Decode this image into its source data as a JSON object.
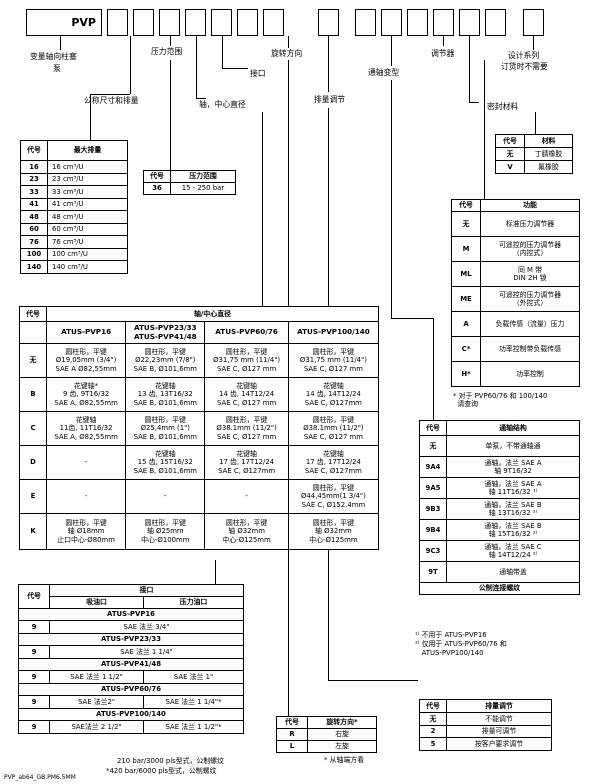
{
  "order_code": {
    "pvp": "PVP",
    "labels": {
      "pump": [
        "变量轴向柱塞",
        "泵"
      ],
      "size": "公称尺寸和排量",
      "pressure_range": "压力范围",
      "shaft": "轴，中心直径",
      "port": "接口",
      "rotation": "旋转方向",
      "displacement_ctrl": "排量调节",
      "through_drive": "通轴变型",
      "controller": "调节器",
      "seal": "密封材料",
      "design": [
        "设计系列",
        "订货时不需要"
      ]
    }
  },
  "size_table": {
    "headers": [
      "代号",
      "最大排量"
    ],
    "rows": [
      [
        "16",
        "16 cm³/U"
      ],
      [
        "23",
        "23 cm³/U"
      ],
      [
        "33",
        "33 cm³/U"
      ],
      [
        "41",
        "41 cm³/U"
      ],
      [
        "48",
        "48 cm³/U"
      ],
      [
        "60",
        "60 cm³/U"
      ],
      [
        "76",
        "76 cm³/U"
      ],
      [
        "100",
        "100 cm³/U"
      ],
      [
        "140",
        "140 cm³/U"
      ]
    ]
  },
  "pressure_table": {
    "headers": [
      "代号",
      "压力范围"
    ],
    "rows": [
      [
        "36",
        "15 - 250 bar"
      ]
    ]
  },
  "seal_table": {
    "headers": [
      "代号",
      "材料"
    ],
    "rows": [
      [
        "无",
        "丁腈橡胶"
      ],
      [
        "V",
        "氟橡胶"
      ]
    ]
  },
  "function_table": {
    "headers": [
      "代号",
      "功能"
    ],
    "rows": [
      [
        "无",
        "标准压力调节器"
      ],
      [
        "M",
        "可遥控的压力调节器\n（内控式）"
      ],
      [
        "ML",
        "同  M  带\nDIN  2H  锁"
      ],
      [
        "ME",
        "可遥控的压力调节器\n（外控式）"
      ],
      [
        "A",
        "负载传感（流量）压力"
      ],
      [
        "C*",
        "功率控制带负载传感"
      ],
      [
        "H*",
        "功率控制"
      ]
    ],
    "note": "* 对于 PVP60/76 和 100/140\n  请查询"
  },
  "shaft_table": {
    "title_code": "代号",
    "title": "轴/中心直径",
    "models": [
      "ATUS-PVP16",
      "ATUS-PVP23/33\nATUS-PVP41/48",
      "ATUS-PVP60/76",
      "ATUS-PVP100/140"
    ],
    "rows": [
      [
        "无",
        "圆柱形，平键\nØ19,05mm (3/4\")\nSAE A Ø82,55mm",
        "圆柱形，平键\nØ22,23mm (7/8\")\nSAE B, Ø101,6mm",
        "圆柱形，平键\nØ31,75 mm (11/4\")\nSAE C, Ø127 mm",
        "圆柱形，平键\nØ31,75 mm (11/4\")\nSAE C, Ø127 mm"
      ],
      [
        "B",
        "花键轴*\n9 齿, 9T16/32\nSAE A, Ø82,55mm",
        "花键轴\n13 齿, 13T16/32\nSAE B, Ø101,6mm",
        "花键轴\n14 齿, 14T12/24\nSAE C, Ø127 mm",
        "花键轴\n14 齿, 14T12/24\nSAE C, Ø127mm"
      ],
      [
        "C",
        "花键轴\n11齿, 11T16/32\nSAE A, Ø82,55mm",
        "圆柱形，平键\nØ25,4mm (1\")\nSAE B, Ø101,6mm",
        "圆柱形，平键\nØ38.1mm (11/2\")\nSAE C, Ø127 mm",
        "圆柱形，平键\nØ38.1mm (11/2\")\nSAE C, Ø127 mm"
      ],
      [
        "D",
        "-",
        "花键轴\n15 齿, 15T16/32\nSAE B, Ø101,6mm",
        "花键轴\n17 齿, 17T12/24\nSAE C, Ø127mm",
        "花键轴\n17 齿, 17T12/24\nSAE C, Ø127mm"
      ],
      [
        "E",
        "-",
        "-",
        "-",
        "圆柱形，平键\nØ44,45mm(1 3/4\")\nSAE C, Ø152.4mm"
      ],
      [
        "K",
        "圆柱形，平键\n轴 Ø18mm\n止口中心-Ø80mm",
        "圆柱形，平键\n轴 Ø25mm\n中心-Ø100mm",
        "圆柱形，平键\n轴 Ø32mm\n中心-Ø125mm",
        "圆柱形，平键\n轴 Ø32mm\n中心-Ø125mm"
      ]
    ]
  },
  "through_table": {
    "headers": [
      "代号",
      "通轴结构"
    ],
    "rows": [
      [
        "无",
        "单泵，不带通轴通"
      ],
      [
        "9A4",
        "通轴，法兰 SAE A\n轴 9T16/32"
      ],
      [
        "9A5",
        "通轴，法兰 SAE A\n轴 11T16/32 ¹⁾"
      ],
      [
        "9B3",
        "通轴，法兰 SAE B\n轴 13T16/32 ²⁾"
      ],
      [
        "9B4",
        "通轴，法兰 SAE B\n轴 15T16/32 ²⁾"
      ],
      [
        "9C3",
        "通轴，法兰 SAE C\n轴 14T12/24 ²⁾"
      ],
      [
        "9T",
        "通轴带盖"
      ]
    ],
    "footer": "公制连接螺纹",
    "notes": [
      "¹⁾ 不用于 ATUS-PVP16",
      "²⁾ 仅用于 ATUS-PVP60/76 和",
      "   ATUS-PVP100/140"
    ]
  },
  "port_table": {
    "headers": [
      "代号",
      "接口",
      "吸油口",
      "压力油口"
    ],
    "groups": [
      {
        "model": "ATUS-PVP16",
        "code": "9",
        "suction": "SAE 法兰 3/4\"",
        "pressure": ""
      },
      {
        "model": "ATUS-PVP23/33",
        "code": "9",
        "suction": "SAE 法兰 1 1/4\"",
        "pressure": ""
      },
      {
        "model": "ATUS-PVP41/48",
        "code": "9",
        "suction": "SAE 法兰 1 1/2\"",
        "pressure": "SAE 法兰 1\""
      },
      {
        "model": "ATUS-PVP60/76",
        "code": "9",
        "suction": "SAE 法兰2\"",
        "pressure": "SAE 法兰 1 1/4\"*"
      },
      {
        "model": "ATUS-PVP100/140",
        "code": "9",
        "suction": "SAE法兰 2 1/2\"",
        "pressure": "SAE 法兰 1 1/2\"*"
      }
    ],
    "notes": [
      "210 bar/3000 pls型式，公制螺纹",
      "*420 bar/6000 pls型式，公制螺纹"
    ]
  },
  "rotation_table": {
    "headers": [
      "代号",
      "旋转方向*"
    ],
    "rows": [
      [
        "R",
        "右旋"
      ],
      [
        "L",
        "左旋"
      ]
    ],
    "note": "* 从轴端方看"
  },
  "disp_table": {
    "headers": [
      "代号",
      "排量调节"
    ],
    "rows": [
      [
        "无",
        "不能调节"
      ],
      [
        "2",
        "排量可调节"
      ],
      [
        "5",
        "按客户要求调节"
      ]
    ]
  },
  "footer": "PVP_ab64_GB.PM6.5MM"
}
